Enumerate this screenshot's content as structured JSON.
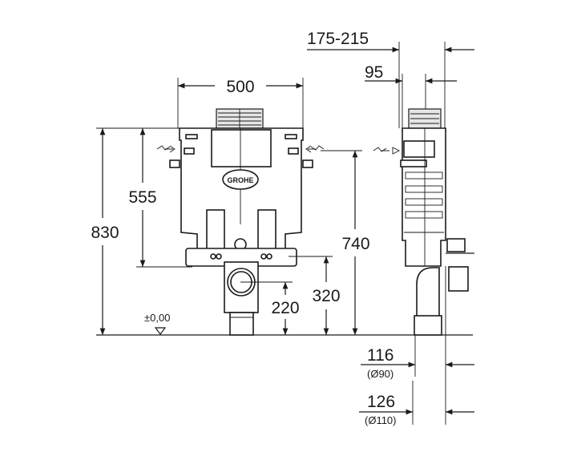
{
  "dimensions": {
    "width_frame": "500",
    "height_total": "830",
    "height_555": "555",
    "height_740": "740",
    "height_320": "320",
    "height_220": "220",
    "floor_level": "±0,00",
    "depth_range": "175-215",
    "depth_95": "95",
    "depth_116": "116",
    "pipe_90": "(Ø90)",
    "depth_126": "126",
    "pipe_110": "(Ø110)"
  },
  "logo_text": "GROHE"
}
